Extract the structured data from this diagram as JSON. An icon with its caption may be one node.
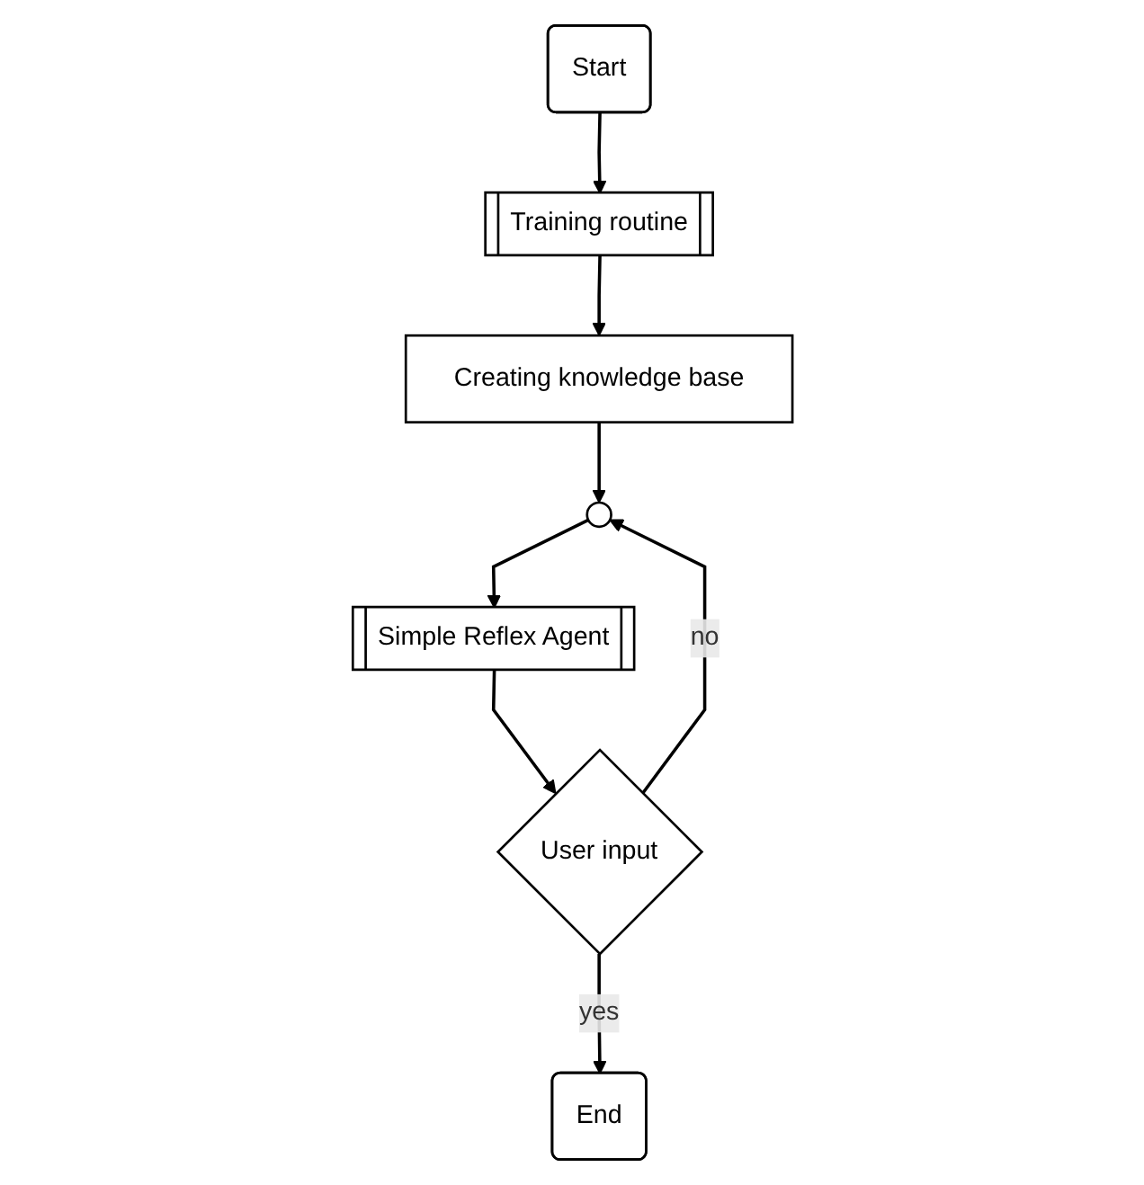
{
  "diagram": {
    "nodes": [
      {
        "text": [
          "Start"
        ]
      },
      {
        "text": [
          "Training routine"
        ]
      },
      {
        "text": [
          "Creating knowledge base"
        ]
      },
      {
        "text": [],
        "shape": "circle"
      },
      {
        "text": [
          "Simple Reflex Agent"
        ]
      },
      {
        "text": [
          "User input"
        ]
      },
      {
        "text": [
          "End"
        ]
      }
    ],
    "edges": [
      {
        "from": 0,
        "to": 1,
        "arrow": "to"
      },
      {
        "from": 1,
        "to": 2,
        "arrow": "to"
      },
      {
        "from": 2,
        "to": 3,
        "arrow": "to"
      },
      {
        "from": 3,
        "to": 4,
        "arrow": "to"
      },
      {
        "from": 4,
        "to": 5,
        "arrow": "to"
      },
      {
        "from": 5,
        "to": 3,
        "label": "no",
        "arrow": "to"
      },
      {
        "from": 5,
        "to": 6,
        "label": "yes",
        "arrow": "to"
      }
    ]
  }
}
